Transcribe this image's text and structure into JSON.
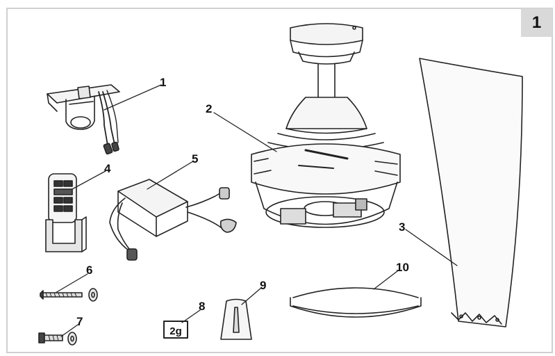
{
  "page_number": "1",
  "parts": [
    {
      "label": "1",
      "part": "mounting-bracket"
    },
    {
      "label": "2",
      "part": "motor-housing"
    },
    {
      "label": "3",
      "part": "fan-blade"
    },
    {
      "label": "4",
      "part": "remote-control"
    },
    {
      "label": "5",
      "part": "receiver"
    },
    {
      "label": "6",
      "part": "screw"
    },
    {
      "label": "7",
      "part": "bolt-and-washer"
    },
    {
      "label": "8",
      "part": "grease-packet"
    },
    {
      "label": "9",
      "part": "wedge"
    },
    {
      "label": "10",
      "part": "light-cover-ring"
    }
  ],
  "grease_packet_text": "2g",
  "colors": {
    "frame": "#cfcfcf",
    "ink": "#222222",
    "badge": "#d9d9d9"
  }
}
